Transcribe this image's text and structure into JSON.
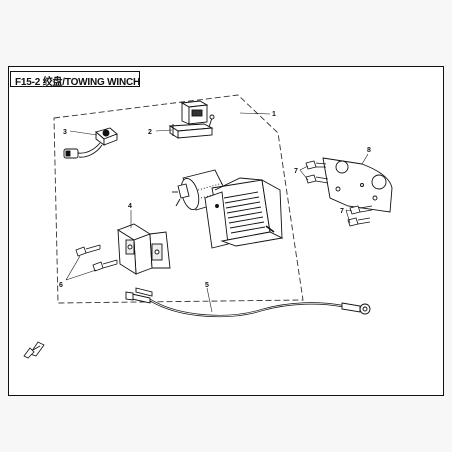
{
  "diagram": {
    "title": "F15-2 绞盘/TOWING WINCH",
    "callouts": [
      "1",
      "2",
      "3",
      "4",
      "5",
      "6",
      "7",
      "8"
    ],
    "parts": {
      "winch_assembly": "winch-assembly",
      "relay": "relay",
      "switch": "winch-switch",
      "bracket": "mounting-bracket",
      "cable": "power-cable",
      "bolts": "bolts",
      "plate": "mount-plate"
    },
    "colors": {
      "ink": "#111111",
      "paper": "#ffffff",
      "backdrop": "#f7f7f7"
    }
  }
}
